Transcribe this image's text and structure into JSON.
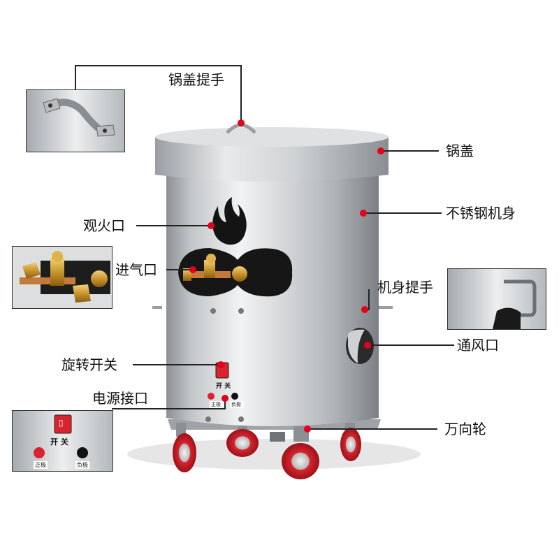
{
  "callouts": {
    "lid_handle": "锅盖提手",
    "lid": "锅盖",
    "fire_window": "观火口",
    "body": "不锈钢机身",
    "gas_inlet": "进气口",
    "body_handle": "机身提手",
    "vent": "通风口",
    "rotary_switch": "旋转开关",
    "power_port": "电源接口",
    "caster": "万向轮"
  },
  "panel": {
    "switch_label": "开 关",
    "positive": "正极",
    "negative": "负极"
  },
  "colors": {
    "leader": "#222222",
    "dot": "#e3001b",
    "steel": "#c9cccf",
    "wheel": "#d9232e"
  },
  "icons": [
    "flame-icon",
    "power-switch-icon",
    "handle-icon"
  ]
}
